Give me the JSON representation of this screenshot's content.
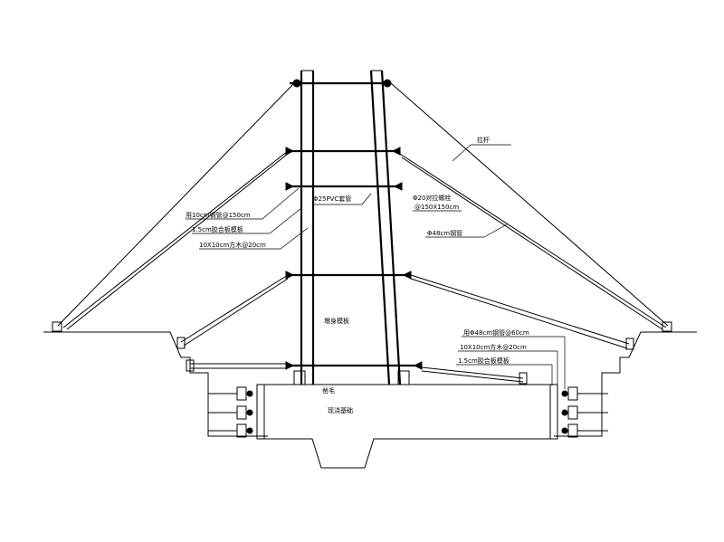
{
  "labels": {
    "guy_rope": "拉杆",
    "pipe_spacing": "用10cm钢管@150cm",
    "plywood_formwork": "1.5cm胶合板模板",
    "timber": "10X10cm方木@20cm",
    "pvc_sleeve": "Φ25PVC套管",
    "tie_bolt": "Φ20对拉螺栓",
    "tie_bolt_spacing": "@150X150cm",
    "steel_pipe": "Φ48cm钢管",
    "pier_body": "墩身模板",
    "pipe_spacing_right": "用Φ48cm钢管@60cm",
    "timber_right": "10X10cm方木@20cm",
    "plywood_right": "1.5cm胶合板模板",
    "waterstop": "凿毛",
    "foundation": "现浇基础"
  }
}
